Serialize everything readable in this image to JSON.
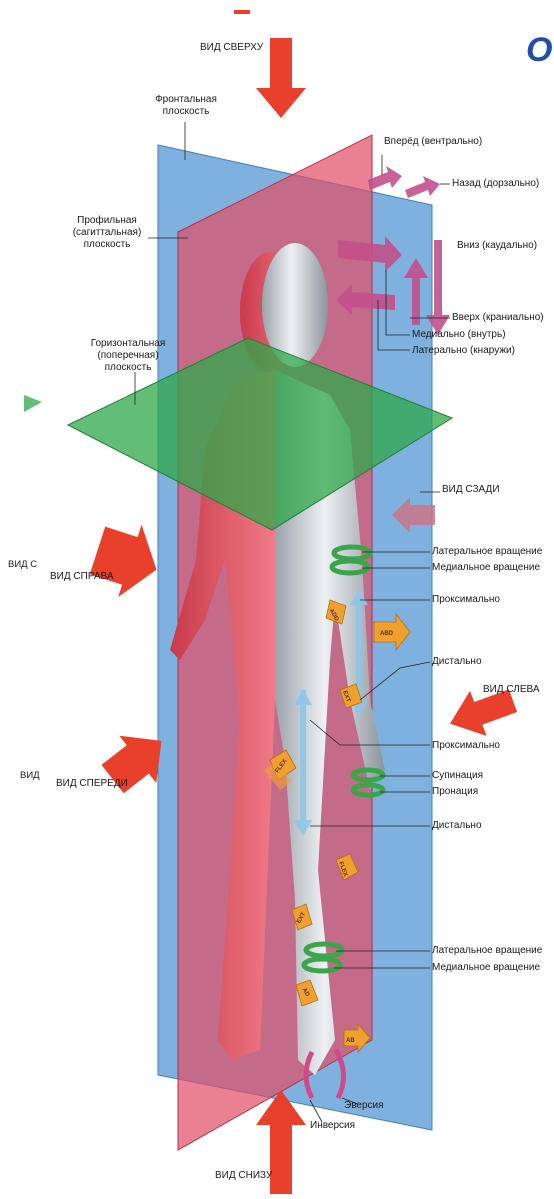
{
  "title_fragment": "О",
  "views": {
    "top": "ВИД СВЕРХУ",
    "back": "ВИД СЗАДИ",
    "right": "ВИД СПРАВА",
    "left": "ВИД СЛЕВА",
    "front": "ВИД СПЕРЕДИ",
    "bottom": "ВИД СНИЗУ",
    "cut_left_1": "ВИД С",
    "cut_left_2": "ВИД"
  },
  "planes": {
    "frontal": [
      "Фронтальная",
      "плоскость"
    ],
    "sagittal": [
      "Профильная",
      "(сагиттальная)",
      "плоскость"
    ],
    "horizontal": [
      "Горизонтальная",
      "(поперечная)",
      "плоскость"
    ]
  },
  "directions": {
    "anterior": "Вперёд (вентрально)",
    "posterior": "Назад (дорзально)",
    "inferior": "Вниз (каудально)",
    "superior": "Вверх (краниально)",
    "medial": "Медиально (внутрь)",
    "lateral": "Латерально (кнаружи)"
  },
  "movements": {
    "lateral_rotation_upper": "Латеральное вращение",
    "medial_rotation_upper": "Медиальное вращение",
    "proximal_upper": "Проксимально",
    "distal_upper": "Дистально",
    "proximal_lower": "Проксимально",
    "supination": "Супинация",
    "pronation": "Пронация",
    "distal_lower": "Дистально",
    "lateral_rotation_lower": "Латеральное вращение",
    "medial_rotation_lower": "Медиальное вращение",
    "eversion": "Эверсия",
    "inversion": "Инверсия"
  },
  "arrow_tags": {
    "add": "ADD",
    "abd_arm": "ABD",
    "ext_elbow": "EXT",
    "flex_hip": "FLEX",
    "flex_knee": "FLEX",
    "ext_knee": "EXT",
    "add_foot": "AD",
    "abd_foot": "AB"
  },
  "colors": {
    "frontal_plane": "#5b9bd5",
    "sagittal_plane": "#e0506a",
    "horizontal_plane": "#2ea84a",
    "view_arrow": "#e8402a",
    "direction_arrow": "#c2508a",
    "movement_arrow": "#f0a030",
    "rotation_arrow": "#3aa54a",
    "axis_arrow": "#8ec5e8",
    "title": "#1f4fa8"
  }
}
